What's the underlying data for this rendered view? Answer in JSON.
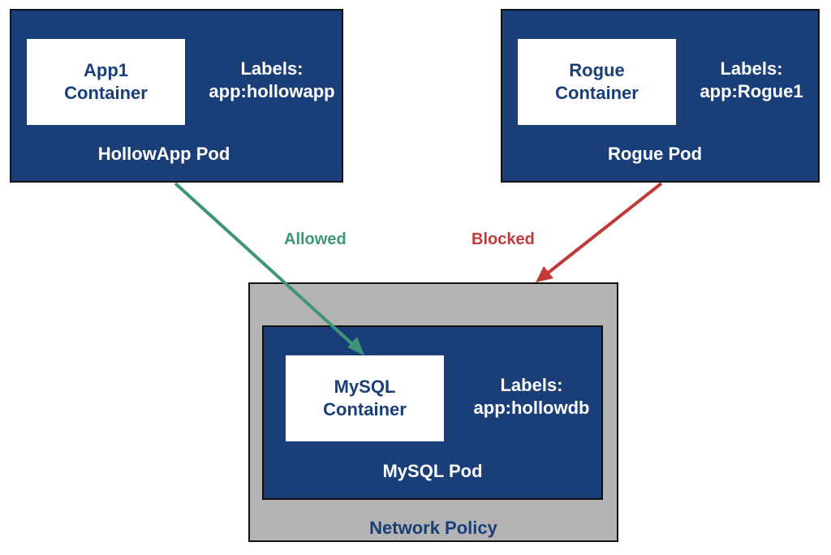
{
  "colors": {
    "pod_fill": "#1a3f78",
    "policy_fill": "#b3b3b3",
    "navy_text": "#1a3f78",
    "allowed": "#3f9577",
    "blocked": "#c03a3a"
  },
  "hollowapp_pod": {
    "container_line1": "App1",
    "container_line2": "Container",
    "labels_title": "Labels:",
    "labels_value": "app:hollowapp",
    "name": "HollowApp Pod"
  },
  "rogue_pod": {
    "container_line1": "Rogue",
    "container_line2": "Container",
    "labels_title": "Labels:",
    "labels_value": "app:Rogue1",
    "name": "Rogue Pod"
  },
  "mysql_pod": {
    "container_line1": "MySQL",
    "container_line2": "Container",
    "labels_title": "Labels:",
    "labels_value": "app:hollowdb",
    "name": "MySQL Pod"
  },
  "network_policy": {
    "name": "Network Policy"
  },
  "edges": {
    "allowed_label": "Allowed",
    "blocked_label": "Blocked"
  }
}
